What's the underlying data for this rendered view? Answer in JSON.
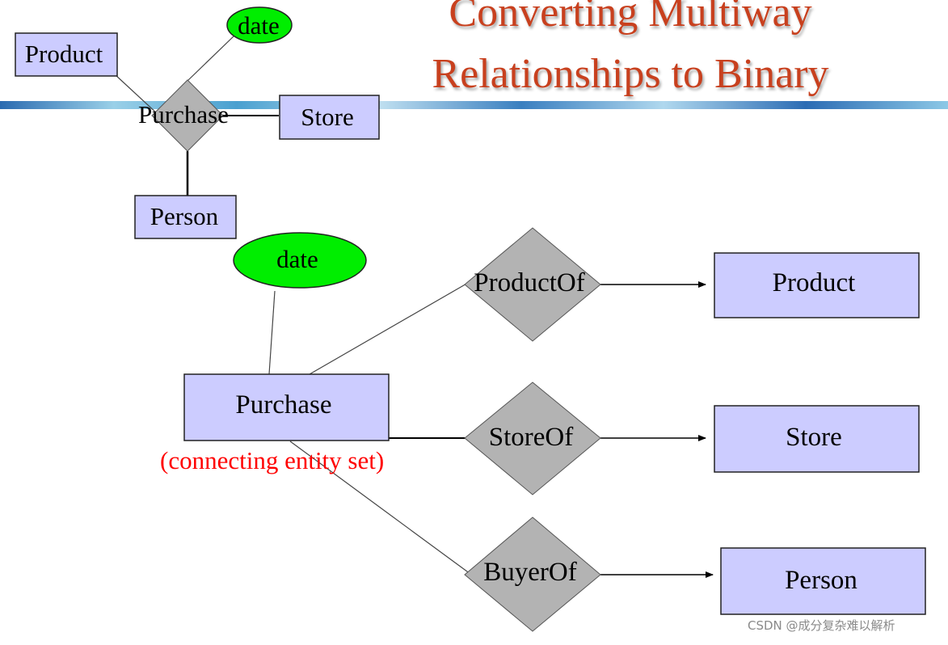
{
  "title": {
    "line1": "Converting Multiway",
    "line2": "Relationships to Binary"
  },
  "colors": {
    "title": "#c8401e",
    "entity_fill": "#ccccff",
    "relationship_fill": "#b3b3b3",
    "attribute_fill": "#00ee00",
    "caption": "#ff0000"
  },
  "top_diagram": {
    "entities": {
      "product": "Product",
      "store": "Store",
      "person": "Person"
    },
    "attribute": "date",
    "relationship": "Purchase"
  },
  "bottom_diagram": {
    "connecting_entity": "Purchase",
    "attribute": "date",
    "caption": "(connecting entity set)",
    "relationships": {
      "product_of": "ProductOf",
      "store_of": "StoreOf",
      "buyer_of": "BuyerOf"
    },
    "targets": {
      "product": "Product",
      "store": "Store",
      "person": "Person"
    }
  },
  "watermark": "CSDN @成分复杂难以解析"
}
